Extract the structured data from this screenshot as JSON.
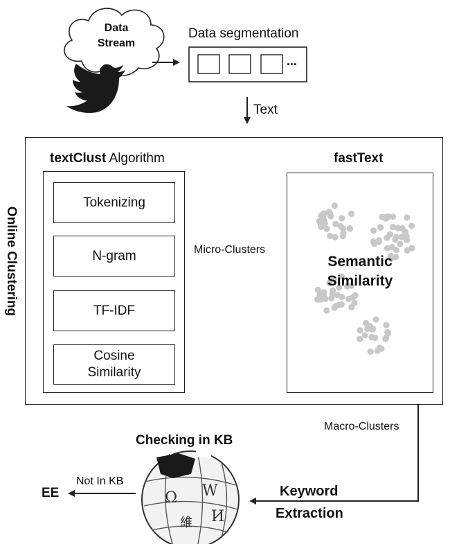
{
  "source": {
    "cloud_label_line1": "Data",
    "cloud_label_line2": "Stream"
  },
  "segmentation": {
    "label": "Data segmentation",
    "ellipsis": "..."
  },
  "text_arrow_label": "Text",
  "online_clustering": {
    "side_label": "Online Clustering",
    "textclust": {
      "title_bold": "textClust",
      "title_rest": " Algorithm",
      "steps": [
        "Tokenizing",
        "N-gram",
        "TF-IDF",
        "Cosine Similarity"
      ]
    },
    "micro_clusters_label": "Micro-Clusters",
    "fasttext": {
      "title": "fastText",
      "center_line1": "Semantic",
      "center_line2": "Similarity"
    }
  },
  "macro_clusters_label": "Macro-Clusters",
  "keyword_extraction": {
    "line1": "Keyword",
    "line2": "Extraction"
  },
  "checking_kb_label": "Checking in KB",
  "not_in_kb_label": "Not In KB",
  "ee_label": "EE",
  "colors": {
    "stroke": "#222222",
    "dots": "#c8c8c8",
    "twitter": "#1a1a1a"
  }
}
